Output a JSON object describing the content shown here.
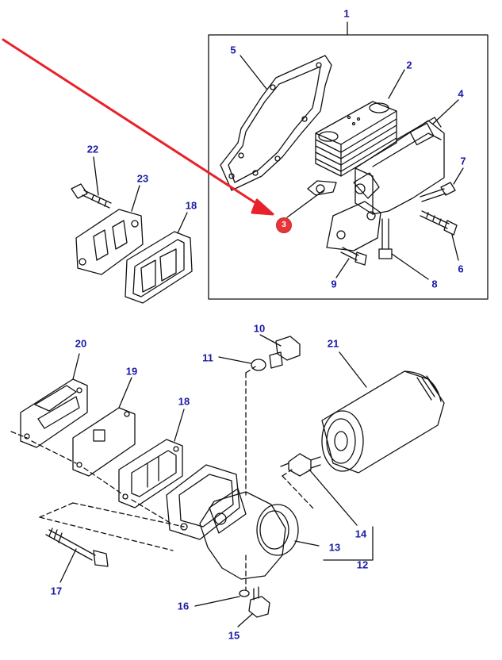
{
  "colors": {
    "line": "#111111",
    "part_number": "#1a1aa6",
    "highlight_arrow": "#e8222a",
    "callout_bg": "#e8353a"
  },
  "labels": {
    "n1": "1",
    "n2": "2",
    "n4": "4",
    "n5": "5",
    "n6": "6",
    "n7": "7",
    "n8": "8",
    "n9": "9",
    "n10": "10",
    "n11": "11",
    "n12": "12",
    "n13": "13",
    "n14": "14",
    "n15": "15",
    "n16": "16",
    "n17": "17",
    "n18a": "18",
    "n18b": "18",
    "n19": "19",
    "n20": "20",
    "n21": "21",
    "n22": "22",
    "n23": "23"
  },
  "callout": {
    "label": "3"
  }
}
